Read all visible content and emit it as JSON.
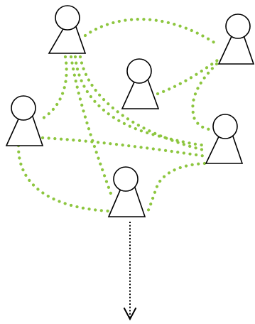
{
  "colors": {
    "link": "#8dc63f",
    "person_outline": "#000000",
    "person_fill": "#ffffff",
    "arrow": "#000000",
    "background": "#ffffff"
  },
  "diagram": {
    "node_icon": "person-icon",
    "node_count": 6,
    "link_style": "green dotted curves",
    "output_arrow": {
      "style": "black dotted",
      "direction": "down",
      "icon": "arrow-down-icon"
    }
  }
}
